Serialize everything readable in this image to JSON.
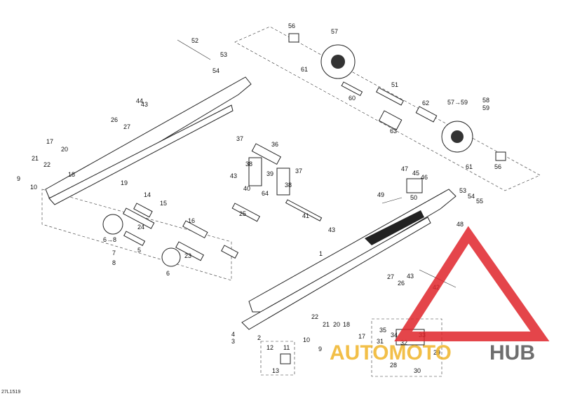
{
  "figure_code": "27L1519",
  "callouts": [
    "1",
    "2",
    "3",
    "4",
    "5",
    "6",
    "6→8",
    "7",
    "8",
    "9",
    "10",
    "11",
    "12",
    "13",
    "14",
    "15",
    "16",
    "17",
    "18",
    "19",
    "20",
    "21",
    "22",
    "23",
    "24",
    "25",
    "26",
    "27",
    "28",
    "29",
    "30",
    "31",
    "32",
    "33",
    "34",
    "35",
    "36",
    "37",
    "38",
    "39",
    "40",
    "41",
    "42",
    "43",
    "44",
    "45",
    "46",
    "47",
    "48",
    "49",
    "50",
    "51",
    "52",
    "53",
    "54",
    "55",
    "56",
    "57",
    "57→59",
    "58",
    "59",
    "60",
    "61",
    "62",
    "63",
    "64"
  ],
  "watermark": {
    "brand_a": "AUTOMOTO",
    "brand_b": "HUB",
    "color_a": "#f0b429",
    "color_b": "#555555",
    "triangle_color": "#e0252b"
  }
}
